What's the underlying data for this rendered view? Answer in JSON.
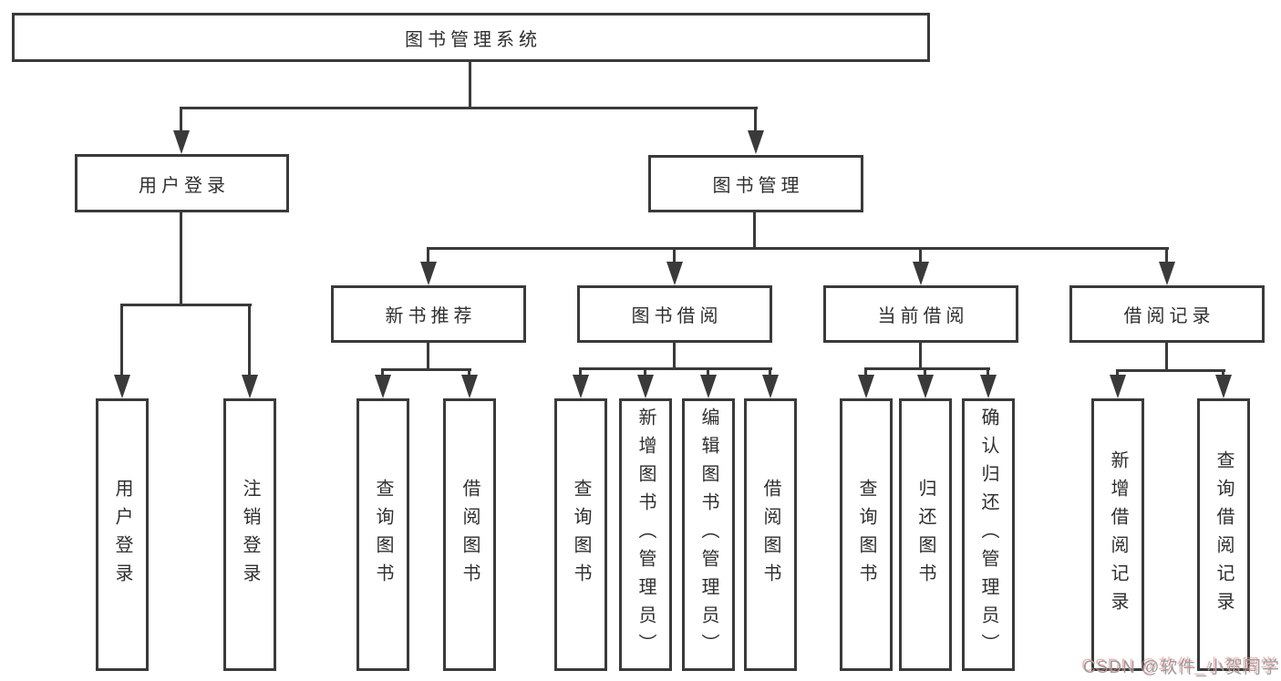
{
  "colors": {
    "line": "#3a3a3a",
    "text": "#2f2f2f",
    "watermark": "#9c9c9c",
    "watermark_shadow": "#e88a8a"
  },
  "tree": {
    "root": "图书管理系统",
    "branches": [
      {
        "label": "用户登录",
        "children": [
          "用户登录",
          "注销登录"
        ]
      },
      {
        "label": "图书管理",
        "groups": [
          {
            "label": "新书推荐",
            "children": [
              "查询图书",
              "借阅图书"
            ]
          },
          {
            "label": "图书借阅",
            "children": [
              "查询图书",
              "新增图书（管理员）",
              "编辑图书（管理员）",
              "借阅图书"
            ]
          },
          {
            "label": "当前借阅",
            "children": [
              "查询图书",
              "归还图书",
              "确认归还（管理员）"
            ]
          },
          {
            "label": "借阅记录",
            "children": [
              "新增借阅记录",
              "查询借阅记录"
            ]
          }
        ]
      }
    ]
  },
  "watermark": {
    "text": "CSDN @软件_小贺同学"
  }
}
